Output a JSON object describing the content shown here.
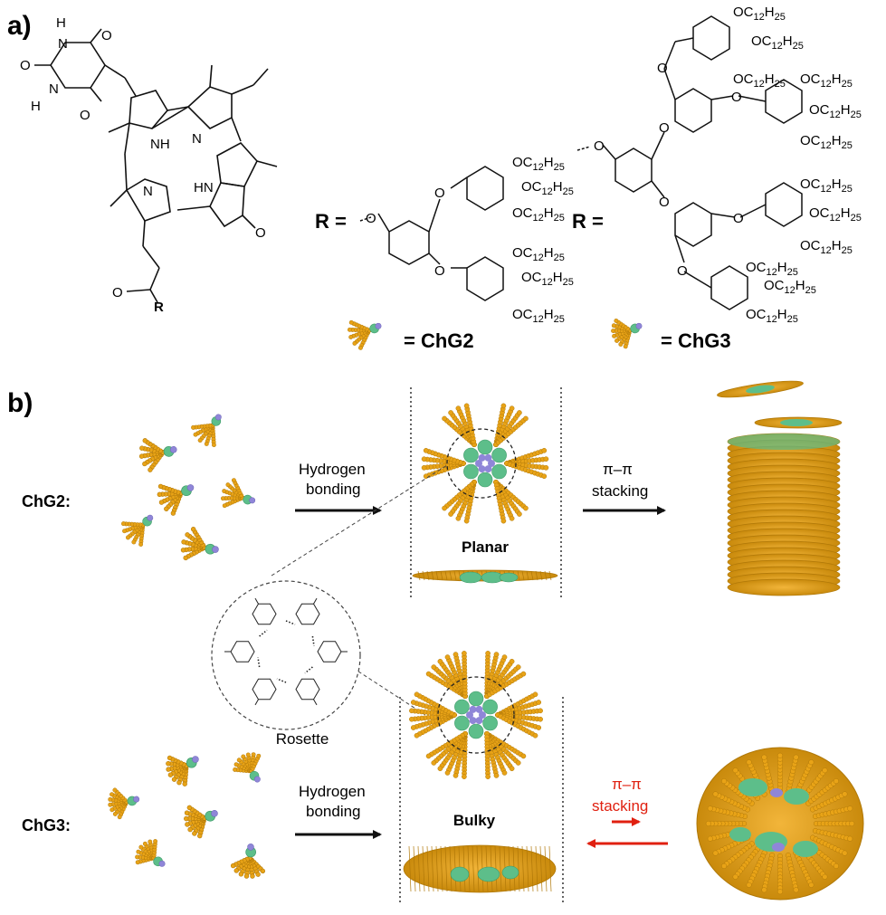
{
  "panel_a": {
    "label": "a)",
    "chem": {
      "H": "H",
      "O": "O",
      "N": "N",
      "NH": "NH",
      "HN": "HN",
      "R": "R",
      "R_eq": "R =",
      "chain_base": "OC",
      "chain_sub1": "12",
      "chain_mid": "H",
      "chain_sub2": "25"
    },
    "ChG2_label": "= ChG2",
    "ChG3_label": "= ChG3"
  },
  "panel_b": {
    "label": "b)",
    "row1_label": "ChG2:",
    "row2_label": "ChG3:",
    "arrow1_line1": "Hydrogen",
    "arrow1_line2": "bonding",
    "arrow2_line1": "π–π",
    "arrow2_line2": "stacking",
    "arrow3_line1": "Hydrogen",
    "arrow3_line2": "bonding",
    "arrow4_line1": "π–π",
    "arrow4_line2": "stacking",
    "planar": "Planar",
    "bulky": "Bulky",
    "rosette": "Rosette"
  },
  "colors": {
    "dendron_orange": "#E8A317",
    "dendron_dark": "#B07808",
    "chlorin_green": "#5DBE8A",
    "core_purple": "#8F86D8",
    "arrow_black": "#111111",
    "arrow_red": "#E02010"
  }
}
